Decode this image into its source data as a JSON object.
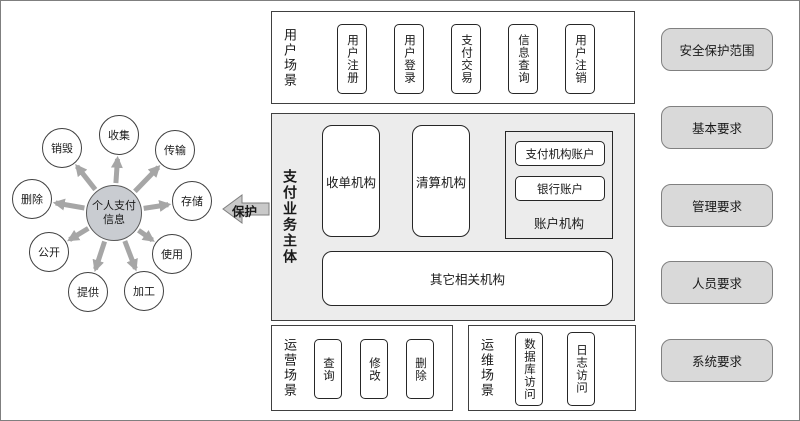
{
  "hub": {
    "center_label": "个人支付信息",
    "protect_label": "保护",
    "nodes": [
      "收集",
      "传输",
      "存储",
      "使用",
      "加工",
      "提供",
      "公开",
      "删除",
      "销毁"
    ]
  },
  "user_scenarios": {
    "label": "用户场景",
    "items": [
      "用户注册",
      "用户登录",
      "支付交易",
      "信息查询",
      "用户注销"
    ]
  },
  "payment_entities": {
    "label": "支付业务主体",
    "acquirer": "收单机构",
    "clearing": "清算机构",
    "account_group_label": "账户机构",
    "account_items": [
      "支付机构账户",
      "银行账户"
    ],
    "other": "其它相关机构"
  },
  "operation_scenarios": {
    "label": "运营场景",
    "items": [
      "查询",
      "修改",
      "删除"
    ]
  },
  "maintenance_scenarios": {
    "label": "运维场景",
    "items": [
      "数据库访问",
      "日志访问"
    ]
  },
  "requirements": {
    "items": [
      "安全保护范围",
      "基本要求",
      "管理要求",
      "人员要求",
      "系统要求"
    ]
  },
  "colors": {
    "section_fill": "#ececec",
    "requirement_fill": "#d9d9d9",
    "arrow": "#a6a6a6"
  }
}
